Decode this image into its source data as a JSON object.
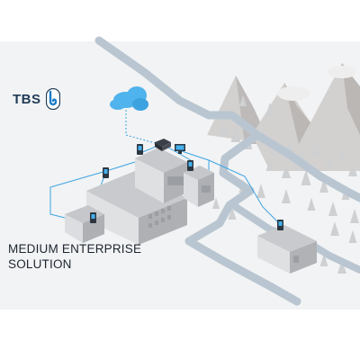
{
  "brand": {
    "name": "TBS",
    "logo_icon": "tbs-finger-badge-icon",
    "accent": "#1a7dc9",
    "text_color": "#1f3b57"
  },
  "headline": {
    "line1": "MEDIUM ENTERPRISE",
    "line2": "SOLUTION"
  },
  "scene": {
    "background": "#f2f3f4",
    "road_color": "#b9c6d1",
    "building_color": "#d8d9db",
    "network_line_color": "#3aa3e3",
    "cloud_color": "#4fb3ee",
    "mountain_color": "#c9c7c6",
    "tree_color": "#cfcfd1"
  }
}
